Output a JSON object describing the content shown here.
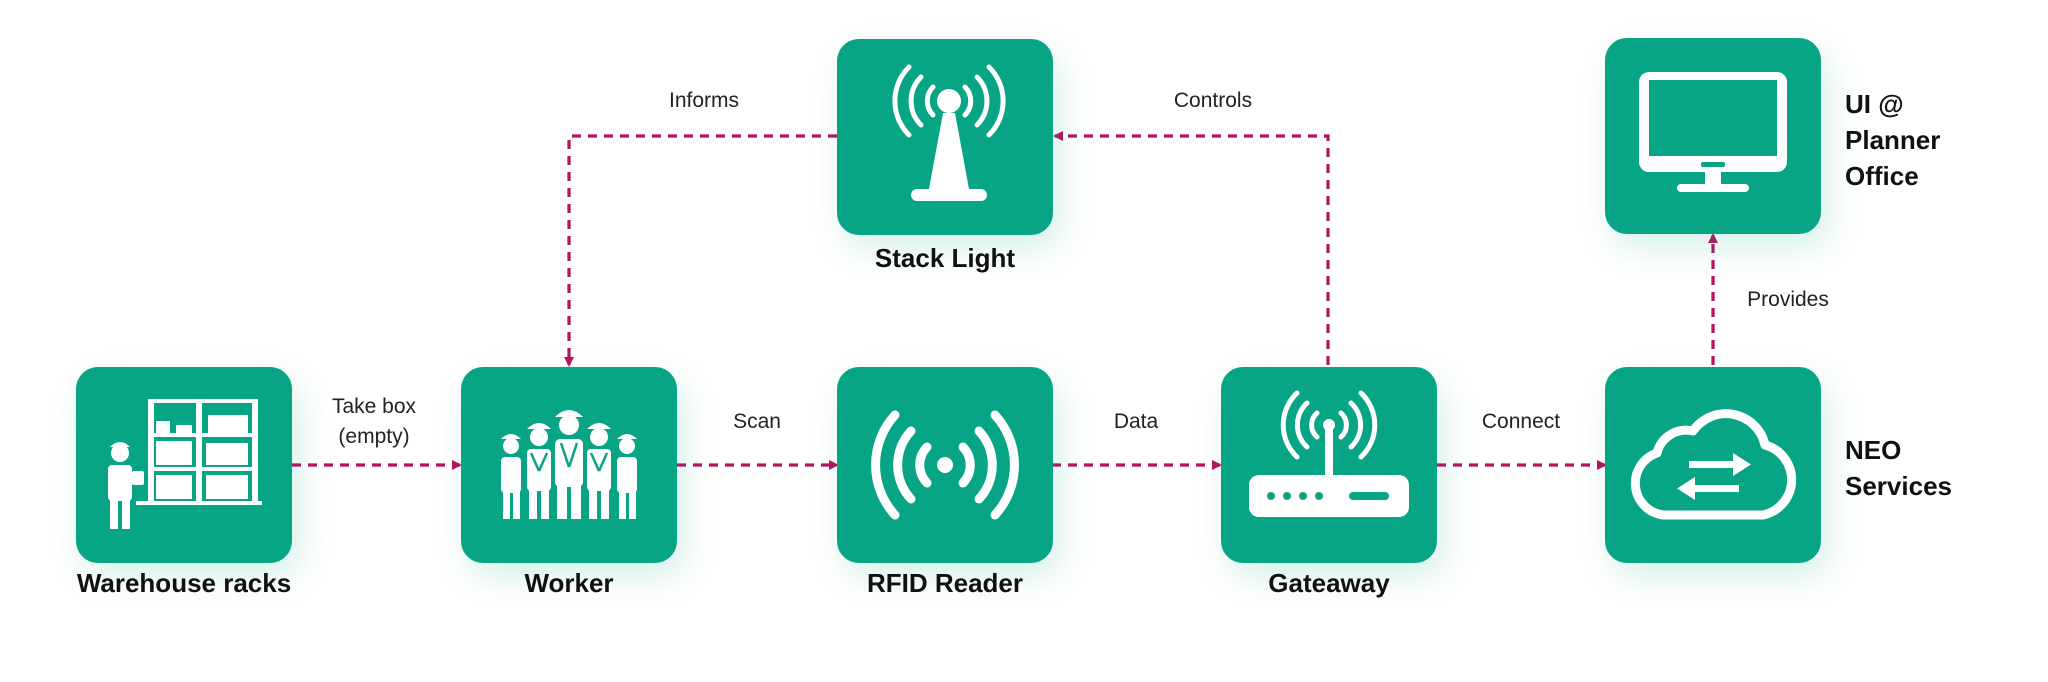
{
  "diagram": {
    "nodes": {
      "warehouse": {
        "label": "Warehouse racks",
        "icon": "warehouse-worker-icon"
      },
      "worker": {
        "label": "Worker",
        "icon": "workers-group-icon"
      },
      "rfid": {
        "label": "RFID Reader",
        "icon": "rfid-signal-icon"
      },
      "gateway": {
        "label": "Gateaway",
        "icon": "router-icon"
      },
      "stacklight": {
        "label": "Stack Light",
        "icon": "signal-tower-icon"
      },
      "neo": {
        "label_lines": [
          "NEO",
          "Services"
        ],
        "icon": "cloud-sync-icon"
      },
      "ui": {
        "label_lines": [
          "UI @",
          "Planner",
          "Office"
        ],
        "icon": "monitor-icon"
      }
    },
    "edges": {
      "take_box": {
        "lines": [
          "Take box",
          "(empty)"
        ]
      },
      "scan": {
        "label": "Scan"
      },
      "data": {
        "label": "Data"
      },
      "connect": {
        "label": "Connect"
      },
      "informs": {
        "label": "Informs"
      },
      "controls": {
        "label": "Controls"
      },
      "provides": {
        "label": "Provides"
      }
    },
    "colors": {
      "node_fill": "#07a584",
      "arrow": "#b5135f",
      "text": "#111111"
    }
  }
}
